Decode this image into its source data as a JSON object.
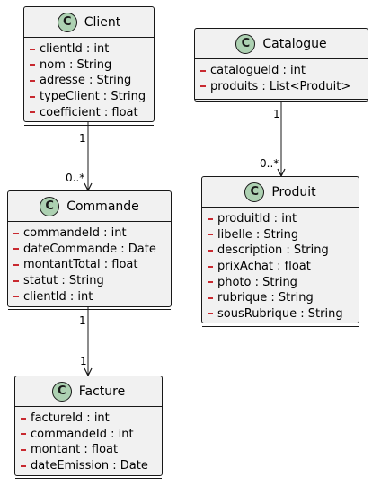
{
  "classes": [
    {
      "id": "client",
      "name": "Client",
      "badge": "C",
      "attributes": [
        "clientId : int",
        "nom : String",
        "adresse : String",
        "typeClient : String",
        "coefficient : float"
      ]
    },
    {
      "id": "catalogue",
      "name": "Catalogue",
      "badge": "C",
      "attributes": [
        "catalogueId : int",
        "produits : List<Produit>"
      ]
    },
    {
      "id": "commande",
      "name": "Commande",
      "badge": "C",
      "attributes": [
        "commandeId : int",
        "dateCommande : Date",
        "montantTotal : float",
        "statut : String",
        "clientId : int"
      ]
    },
    {
      "id": "produit",
      "name": "Produit",
      "badge": "C",
      "attributes": [
        "produitId : int",
        "libelle : String",
        "description : String",
        "prixAchat : float",
        "photo : String",
        "rubrique : String",
        "sousRubrique : String"
      ]
    },
    {
      "id": "facture",
      "name": "Facture",
      "badge": "C",
      "attributes": [
        "factureId : int",
        "commandeId : int",
        "montant : float",
        "dateEmission : Date"
      ]
    }
  ],
  "associations": [
    {
      "from": "client",
      "to": "commande",
      "source_multiplicity": "1",
      "target_multiplicity": "0..*"
    },
    {
      "from": "catalogue",
      "to": "produit",
      "source_multiplicity": "1",
      "target_multiplicity": "0..*"
    },
    {
      "from": "commande",
      "to": "facture",
      "source_multiplicity": "1",
      "target_multiplicity": "1"
    }
  ],
  "colors": {
    "badge_fill": "#add1b2",
    "box_fill": "#f1f1f1",
    "border": "#181818",
    "private_marker": "#c82930"
  }
}
